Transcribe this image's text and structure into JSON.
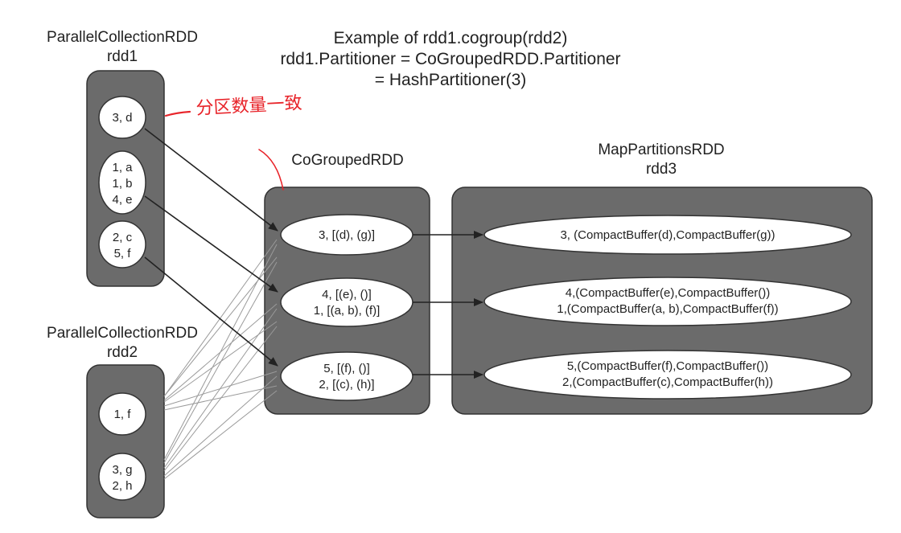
{
  "title": {
    "line1": "Example of rdd1.cogroup(rdd2)",
    "line2": "rdd1.Partitioner = CoGroupedRDD.Partitioner",
    "line3": "= HashPartitioner(3)"
  },
  "annotation": "分区数量一致",
  "rdd1": {
    "type": "ParallelCollectionRDD",
    "name": "rdd1",
    "partitions": [
      [
        "3, d"
      ],
      [
        "1, a",
        "1, b",
        "4, e"
      ],
      [
        "2, c",
        "5, f"
      ]
    ]
  },
  "rdd2": {
    "type": "ParallelCollectionRDD",
    "name": "rdd2",
    "partitions": [
      [
        "1, f"
      ],
      [
        "3, g",
        "2, h"
      ]
    ]
  },
  "cogrouped": {
    "type": "CoGroupedRDD",
    "partitions": [
      [
        "3, [(d), (g)]"
      ],
      [
        "4, [(e), ()]",
        "1, [(a, b), (f)]"
      ],
      [
        "5, [(f), ()]",
        "2, [(c), (h)]"
      ]
    ]
  },
  "rdd3": {
    "type": "MapPartitionsRDD",
    "name": "rdd3",
    "partitions": [
      [
        "3, (CompactBuffer(d),CompactBuffer(g))"
      ],
      [
        "4,(CompactBuffer(e),CompactBuffer())",
        "1,(CompactBuffer(a, b),CompactBuffer(f))"
      ],
      [
        "5,(CompactBuffer(f),CompactBuffer())",
        "2,(CompactBuffer(c),CompactBuffer(h))"
      ]
    ]
  },
  "colors": {
    "container": "#6b6b6b",
    "node_fill": "#ffffff",
    "arrow": "#222222",
    "thin_line": "#9a9a9a",
    "annotation": "#e8242a"
  }
}
